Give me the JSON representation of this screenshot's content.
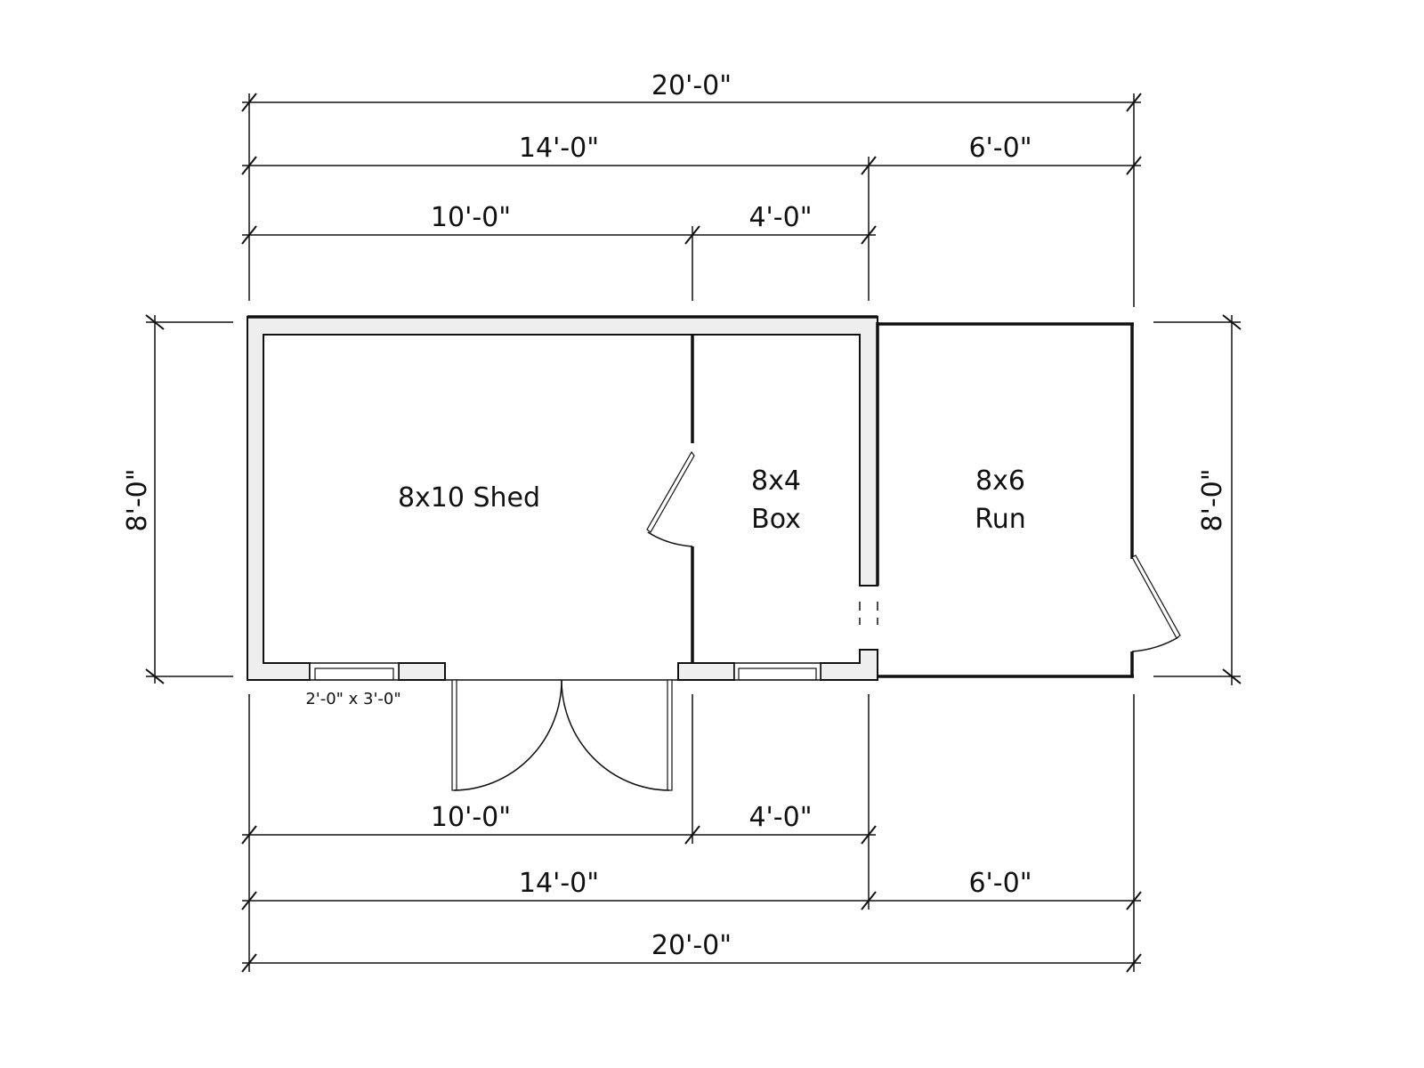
{
  "dimensions": {
    "top_overall": "20'-0\"",
    "top_mid_left": "14'-0\"",
    "top_mid_right": "6'-0\"",
    "top_inner_left": "10'-0\"",
    "top_inner_right": "4'-0\"",
    "bottom_inner_left": "10'-0\"",
    "bottom_inner_right": "4'-0\"",
    "bottom_mid_left": "14'-0\"",
    "bottom_mid_right": "6'-0\"",
    "bottom_overall": "20'-0\"",
    "left_height": "8'-0\"",
    "right_height": "8'-0\""
  },
  "rooms": [
    {
      "line1": "8x10 Shed",
      "line2": ""
    },
    {
      "line1": "8x4",
      "line2": "Box"
    },
    {
      "line1": "8x6",
      "line2": "Run"
    }
  ],
  "window_label": "2'-0\" x 3'-0\""
}
